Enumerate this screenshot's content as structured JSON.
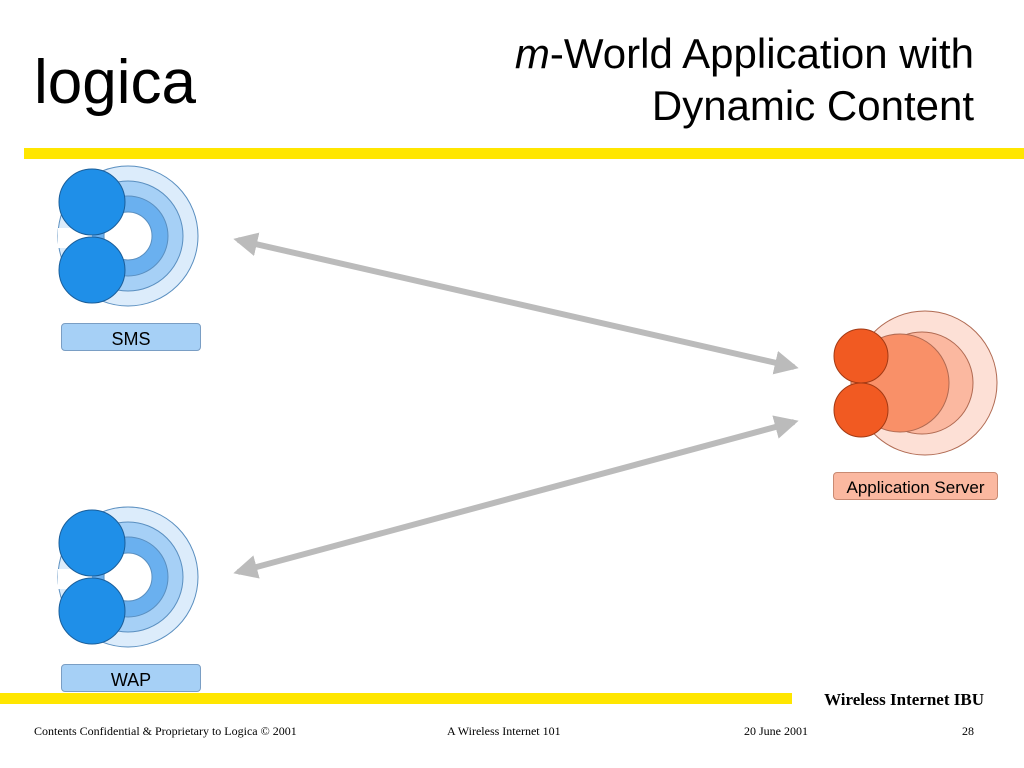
{
  "header": {
    "logo": "logica",
    "title_prefix": "m",
    "title_line1_rest": "-World Application with",
    "title_line2": "Dynamic Content"
  },
  "diagram": {
    "nodes": [
      {
        "id": "sms",
        "label": "SMS"
      },
      {
        "id": "wap",
        "label": "WAP"
      },
      {
        "id": "app_server",
        "label": "Application Server"
      }
    ],
    "edges": [
      {
        "from": "sms",
        "to": "app_server",
        "direction": "both"
      },
      {
        "from": "wap",
        "to": "app_server",
        "direction": "both"
      }
    ]
  },
  "colors": {
    "accent_yellow": "#ffe600",
    "client_blue": "#1f8fe8",
    "client_rings": "#a6d0f6",
    "server_orange": "#f15a22",
    "server_rings": "#fbb8a0",
    "arrow_gray": "#bbbbbb"
  },
  "footer": {
    "brand": "Wireless Internet IBU",
    "confidential": "Contents Confidential & Proprietary to Logica © 2001",
    "course": "A Wireless Internet 101",
    "date": "20 June 2001",
    "page_number": "28"
  }
}
